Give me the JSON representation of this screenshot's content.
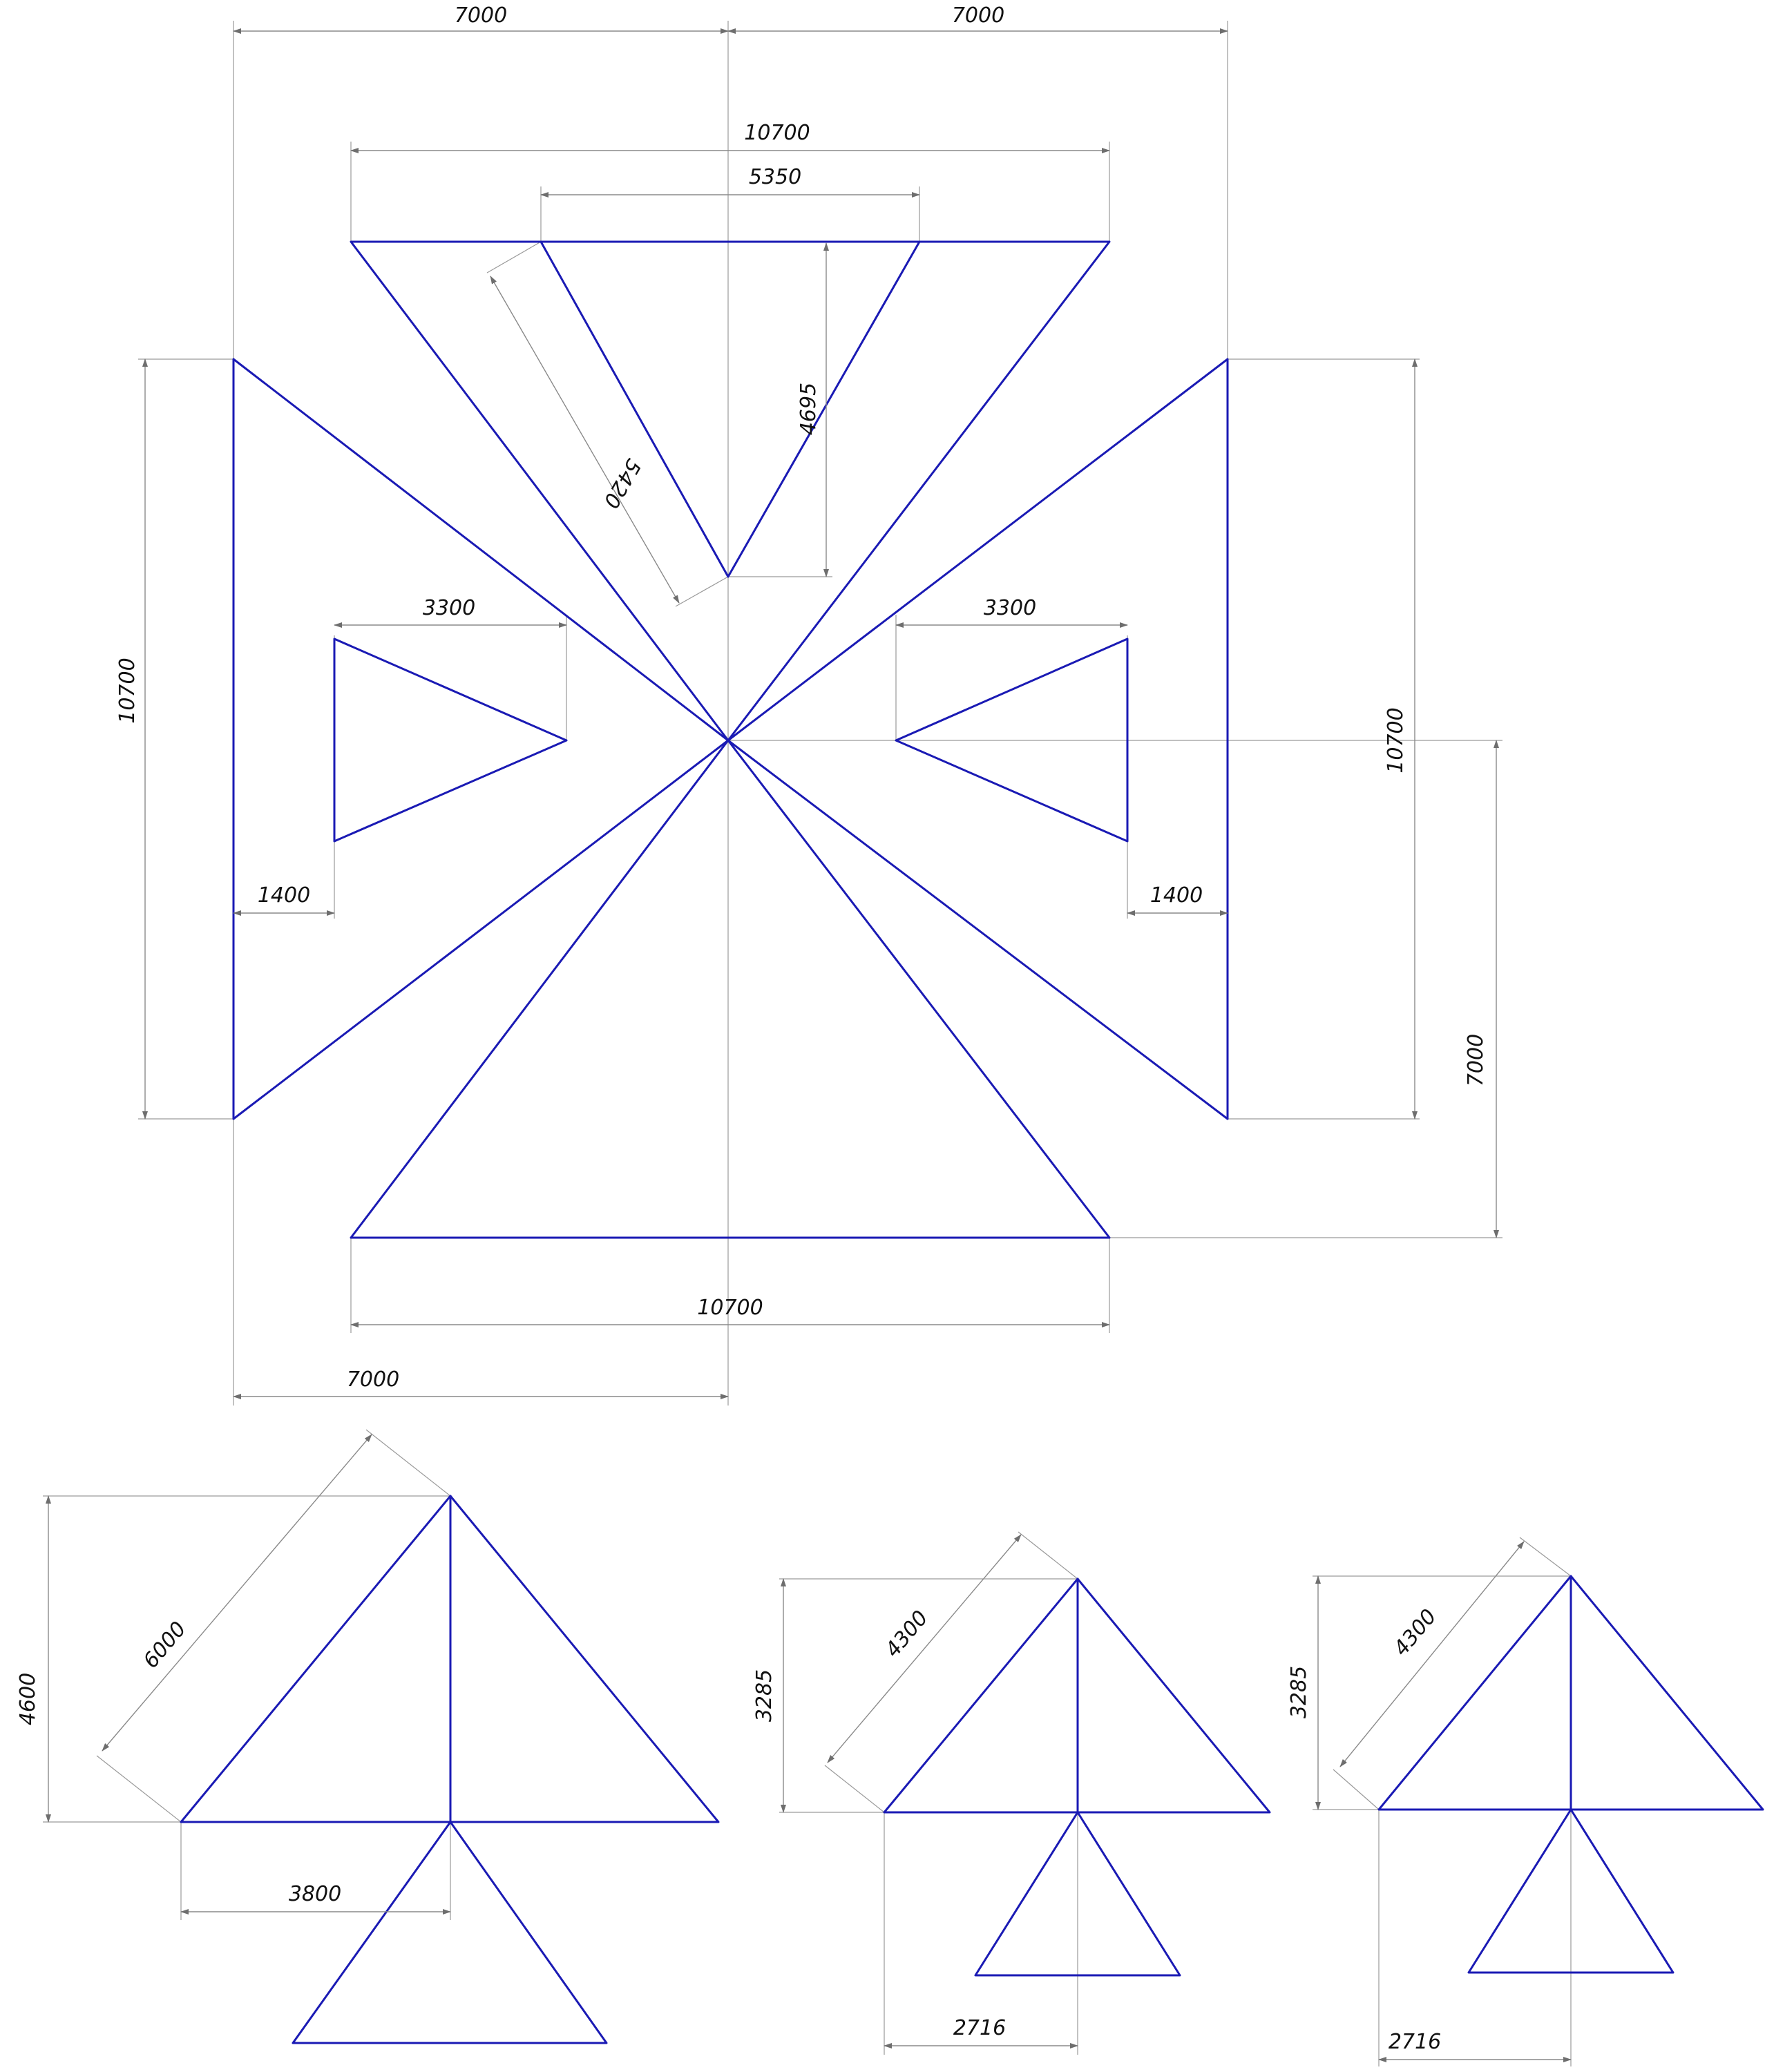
{
  "colors": {
    "shape_stroke": "#1a1ab4",
    "dimension_line": "#8a8a8a",
    "text": "#111111"
  },
  "plan": {
    "dims": {
      "top_left_width": "7000",
      "top_right_width": "7000",
      "outer_triangle_base": "10700",
      "inner_triangle_base": "5350",
      "inner_triangle_slant": "5420",
      "inner_triangle_height": "4695",
      "left_height": "10700",
      "right_height": "10700",
      "left_small_triangle_width": "3300",
      "right_small_triangle_width": "3300",
      "left_offset": "1400",
      "right_offset": "1400",
      "right_lower_height": "7000",
      "bottom_base": "10700",
      "bottom_half_width": "7000"
    }
  },
  "details": [
    {
      "height": "4600",
      "slant": "6000",
      "half_base": "3800"
    },
    {
      "height": "3285",
      "slant": "4300",
      "half_base": "2716"
    },
    {
      "height": "3285",
      "slant": "4300",
      "half_base": "2716"
    }
  ]
}
